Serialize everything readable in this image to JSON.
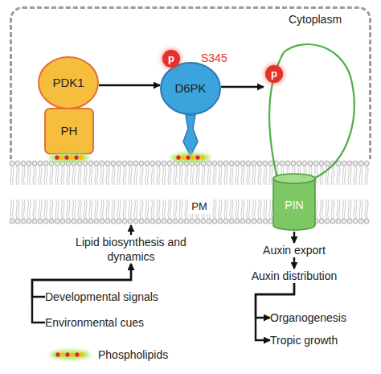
{
  "diagram": {
    "nodes": [
      {
        "text": [
          "Cytoplasm"
        ]
      },
      {
        "text": [
          "PDK1"
        ],
        "in": 0
      },
      {
        "text": [
          "p"
        ],
        "in": 0
      },
      {
        "text": [
          "D6PK"
        ],
        "in": 0
      },
      {
        "text": [
          "p"
        ],
        "in": 0
      },
      {
        "text": [
          "PH"
        ],
        "in": 0
      },
      {
        "text": [
          "PM"
        ]
      },
      {
        "text": [
          "PIN"
        ]
      },
      {
        "text": [
          "Lipid biosynthesis and dynamics"
        ]
      },
      {
        "text": [
          "Auxin export"
        ]
      },
      {
        "text": [
          "Auxin distribution"
        ]
      },
      {
        "text": [
          "Developmental signals"
        ]
      },
      {
        "text": [
          "Environmental cues"
        ]
      },
      {
        "text": [
          "Organogenesis"
        ]
      },
      {
        "text": [
          "Tropic growth"
        ]
      }
    ],
    "edges": [
      {
        "from": 1,
        "to": 3,
        "arrow": "to"
      },
      {
        "from": 3,
        "to": 7,
        "arrow": "to"
      },
      {
        "from": 7,
        "to": 9,
        "arrow": "to"
      },
      {
        "from": 9,
        "to": 10,
        "arrow": "to"
      },
      {
        "from": 10,
        "to": 13,
        "arrow": "to"
      },
      {
        "from": 10,
        "to": 14,
        "arrow": "to"
      },
      {
        "from": 8,
        "to": 6,
        "arrow": "to"
      },
      {
        "from": 11,
        "to": 8,
        "arrow": "to"
      },
      {
        "from": 12,
        "to": 8,
        "arrow": "to"
      }
    ],
    "labels": [
      "S345"
    ],
    "legend": [
      {
        "text": "Phospholipids"
      }
    ]
  }
}
